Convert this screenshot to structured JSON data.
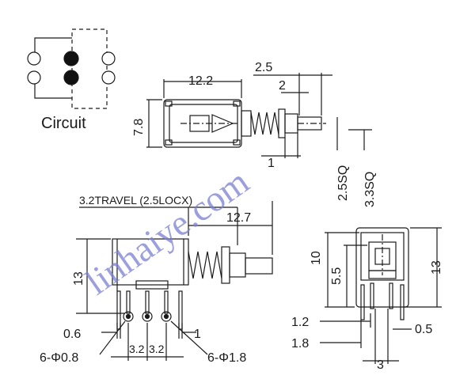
{
  "circuit": {
    "label": "Circuit"
  },
  "side_view": {
    "body_length": "12.2",
    "plunger_offset": "2.5",
    "shaft_length": "2",
    "height": "7.8",
    "tip_length": "1",
    "shaft_square": "2.5SQ",
    "tip_square": "3.3SQ"
  },
  "front_view": {
    "travel": "3.2TRAVEL (2.5LOCX)",
    "overall_length": "12.7",
    "height": "13",
    "pin_offset": "0.6",
    "pin_pitch_1": "3.2",
    "pin_pitch_2": "3.2",
    "pin_width": "1",
    "hole_small": "6-Φ0.8",
    "hole_large": "6-Φ1.8"
  },
  "end_view": {
    "inner_height": "10",
    "lower_height": "5.5",
    "overall_height": "13",
    "pin_a": "1.2",
    "pin_b": "1.8",
    "pin_c": "0.5",
    "width": "3"
  },
  "watermark": "linhaiye.com"
}
